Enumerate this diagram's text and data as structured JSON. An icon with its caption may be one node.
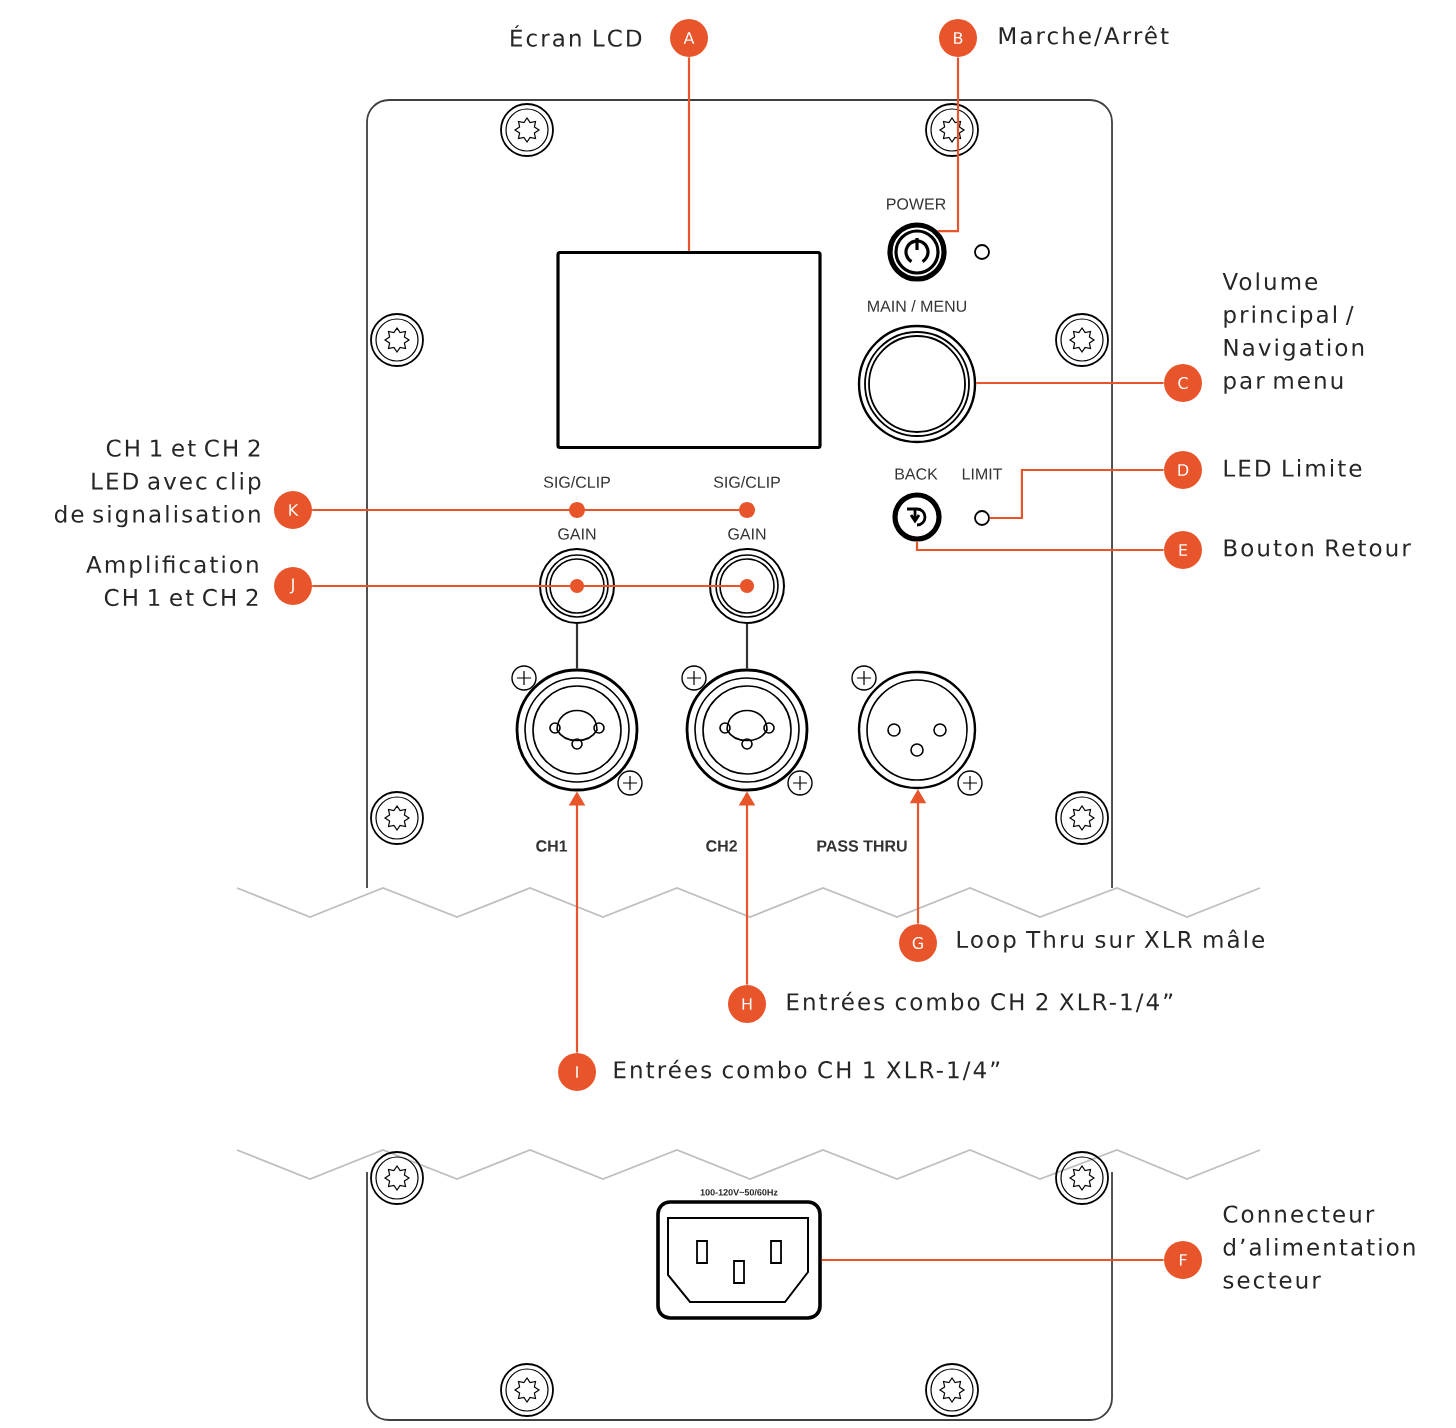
{
  "diagram": {
    "nodes": [
      {
        "text": [
          "A"
        ],
        "beside": [
          "Écran LCD"
        ]
      },
      {
        "text": [
          "B"
        ],
        "beside": [
          "Marche/Arrêt"
        ]
      },
      {
        "text": [],
        "shape": "circle"
      },
      {
        "text": [],
        "shape": "box"
      },
      {
        "text": [],
        "shape": "circle"
      },
      {
        "text": [
          "C"
        ],
        "beside": [
          "Volume principal / Navigation par menu"
        ]
      },
      {
        "text": [
          "K"
        ],
        "beside": [
          "CH 1 et CH 2 LED avec clip de signalisation"
        ]
      },
      {
        "text": [],
        "shape": "circle"
      },
      {
        "text": [],
        "shape": "circle"
      },
      {
        "text": [],
        "shape": "circle"
      },
      {
        "text": [
          "D"
        ],
        "beside": [
          "LED Limite"
        ]
      },
      {
        "text": [],
        "shape": "circle"
      },
      {
        "text": [
          "E"
        ],
        "beside": [
          "Bouton Retour"
        ]
      },
      {
        "text": [
          "J"
        ],
        "beside": [
          "Amplification CH 1 et CH 2"
        ]
      },
      {
        "text": [],
        "shape": "circle"
      },
      {
        "text": [],
        "shape": "circle"
      },
      {
        "text": [],
        "shape": "circle"
      },
      {
        "text": [],
        "shape": "circle"
      },
      {
        "text": [],
        "shape": "circle"
      },
      {
        "text": [
          "G"
        ],
        "beside": [
          "Loop Thru sur XLR mâle"
        ]
      },
      {
        "text": [
          "H"
        ],
        "beside": [
          "Entrées combo CH 2 XLR-1/4”"
        ]
      },
      {
        "text": [
          "I"
        ],
        "beside": [
          "Entrées combo CH 1 XLR-1/4”"
        ]
      },
      {
        "text": [],
        "shape": "box",
        "beside": [
          "100-120V~50/60Hz"
        ]
      },
      {
        "text": [
          "F"
        ],
        "beside": [
          "Connecteur d’alimentation secteur"
        ]
      }
    ],
    "edges": [
      {
        "from": 0,
        "to": 3,
        "arrow": "none"
      },
      {
        "from": 1,
        "to": 2,
        "arrow": "none"
      },
      {
        "from": 5,
        "to": 4,
        "arrow": "none"
      },
      {
        "from": 10,
        "to": 9,
        "arrow": "none"
      },
      {
        "from": 12,
        "to": 11,
        "arrow": "none"
      },
      {
        "from": 6,
        "to": 7,
        "arrow": "none"
      },
      {
        "from": 6,
        "to": 8,
        "arrow": "none"
      },
      {
        "from": 13,
        "to": 14,
        "arrow": "none"
      },
      {
        "from": 13,
        "to": 15,
        "arrow": "none"
      },
      {
        "from": 19,
        "to": 18,
        "arrow": "to"
      },
      {
        "from": 20,
        "to": 17,
        "arrow": "to"
      },
      {
        "from": 21,
        "to": 16,
        "arrow": "to"
      },
      {
        "from": 23,
        "to": 22,
        "arrow": "none"
      },
      {
        "from": 14,
        "to": 16,
        "arrow": "none",
        "color": "#333333"
      },
      {
        "from": 15,
        "to": 17,
        "arrow": "none",
        "color": "#333333"
      }
    ],
    "labels": [
      "POWER",
      "MAIN / MENU",
      "BACK",
      "LIMIT",
      "SIG/CLIP",
      "SIG/CLIP",
      "GAIN",
      "GAIN",
      "CH1",
      "CH2",
      "PASS THRU"
    ]
  }
}
